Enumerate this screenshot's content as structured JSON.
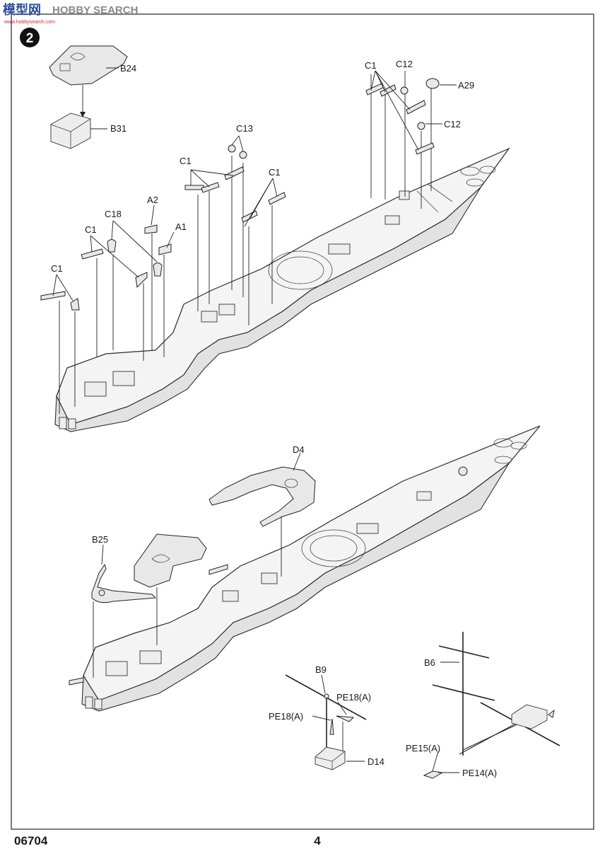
{
  "header": {
    "logo": "模型网",
    "logo_sub": "HOBBY SEARCH",
    "logo_url": "www.hobbysearch.com"
  },
  "step": {
    "number": "2"
  },
  "labels": {
    "B24": "B24",
    "B31": "B31",
    "C1_a": "C1",
    "C12_a": "C12",
    "A29": "A29",
    "C12_b": "C12",
    "C13": "C13",
    "C1_b": "C1",
    "C1_c": "C1",
    "A2": "A2",
    "C18": "C18",
    "A1": "A1",
    "C1_d": "C1",
    "C1_e": "C1",
    "D4": "D4",
    "B25": "B25",
    "B9": "B9",
    "PE18A_a": "PE18(A)",
    "PE18A_b": "PE18(A)",
    "D14": "D14",
    "B6": "B6",
    "PE15A": "PE15(A)",
    "PE14A": "PE14(A)"
  },
  "footer": {
    "kit_number": "06704",
    "page_number": "4"
  }
}
